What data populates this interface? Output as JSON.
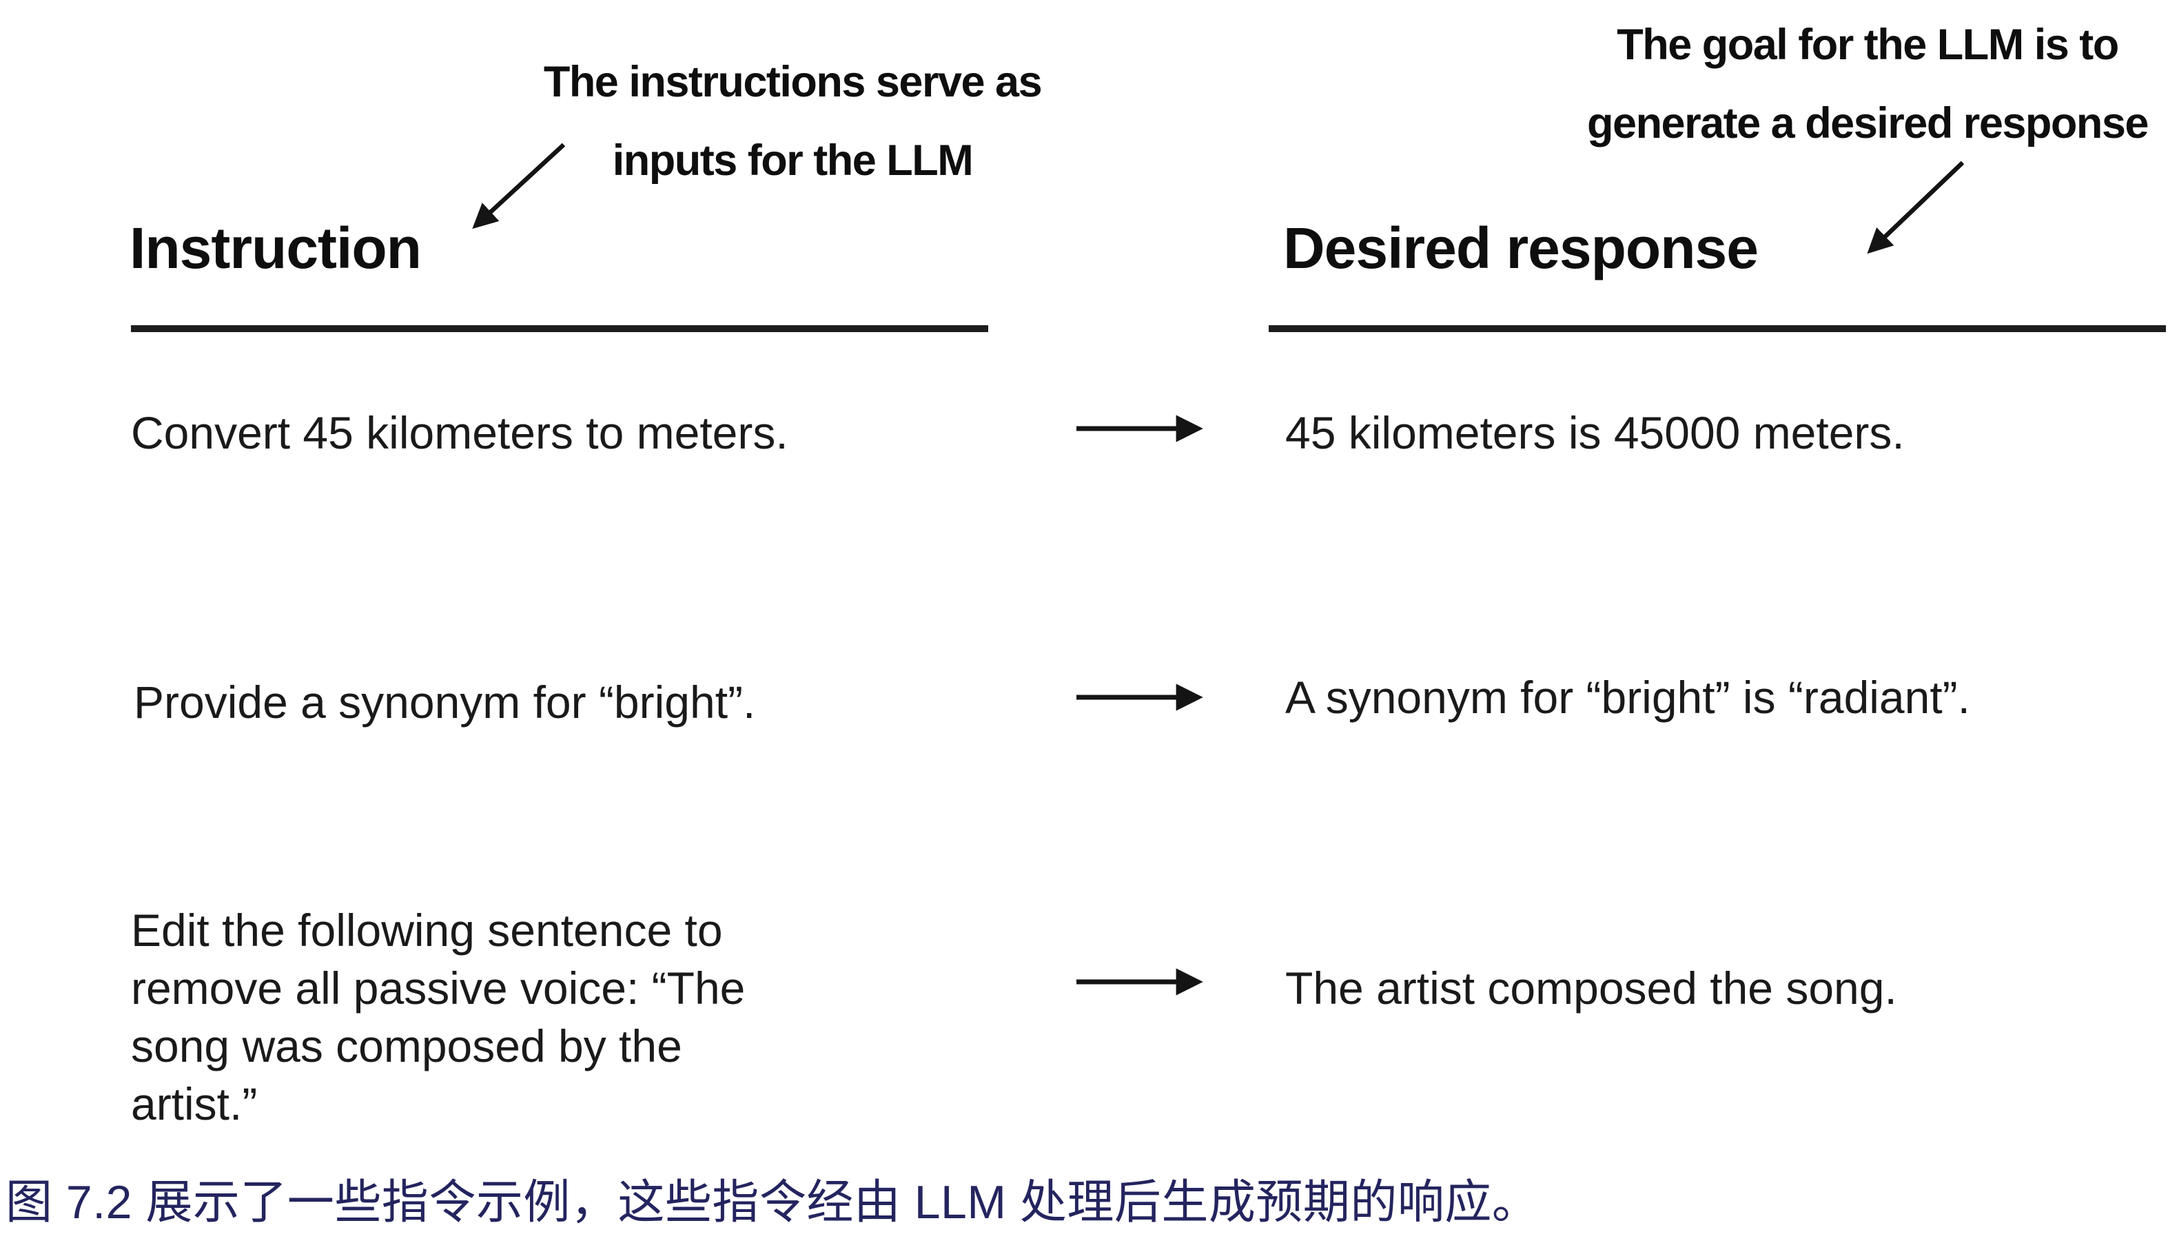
{
  "figure": {
    "annotation_left": {
      "line1": "The instructions serve as",
      "line2": "inputs for the LLM"
    },
    "annotation_right": {
      "line1": "The goal for the LLM is to",
      "line2": "generate a desired response"
    },
    "columns": {
      "left_header": "Instruction",
      "right_header": "Desired response"
    },
    "rows": [
      {
        "instruction": "Convert 45 kilometers to meters.",
        "response": "45 kilometers is 45000 meters."
      },
      {
        "instruction": "Provide a synonym for “bright”.",
        "response": "A synonym for “bright” is “radiant”."
      },
      {
        "instruction": "Edit the following sentence to remove all passive voice: “The song was composed by the artist.”",
        "response": "The artist composed the song."
      }
    ],
    "caption": "图 7.2 展示了一些指令示例，这些指令经由 LLM 处理后生成预期的响应。"
  },
  "colors": {
    "text": "#1a1a1a",
    "annotation_text": "#0e0e0e",
    "caption": "#24245f",
    "rule": "#1d1d1d",
    "arrow": "#141414",
    "background": "#ffffff"
  }
}
